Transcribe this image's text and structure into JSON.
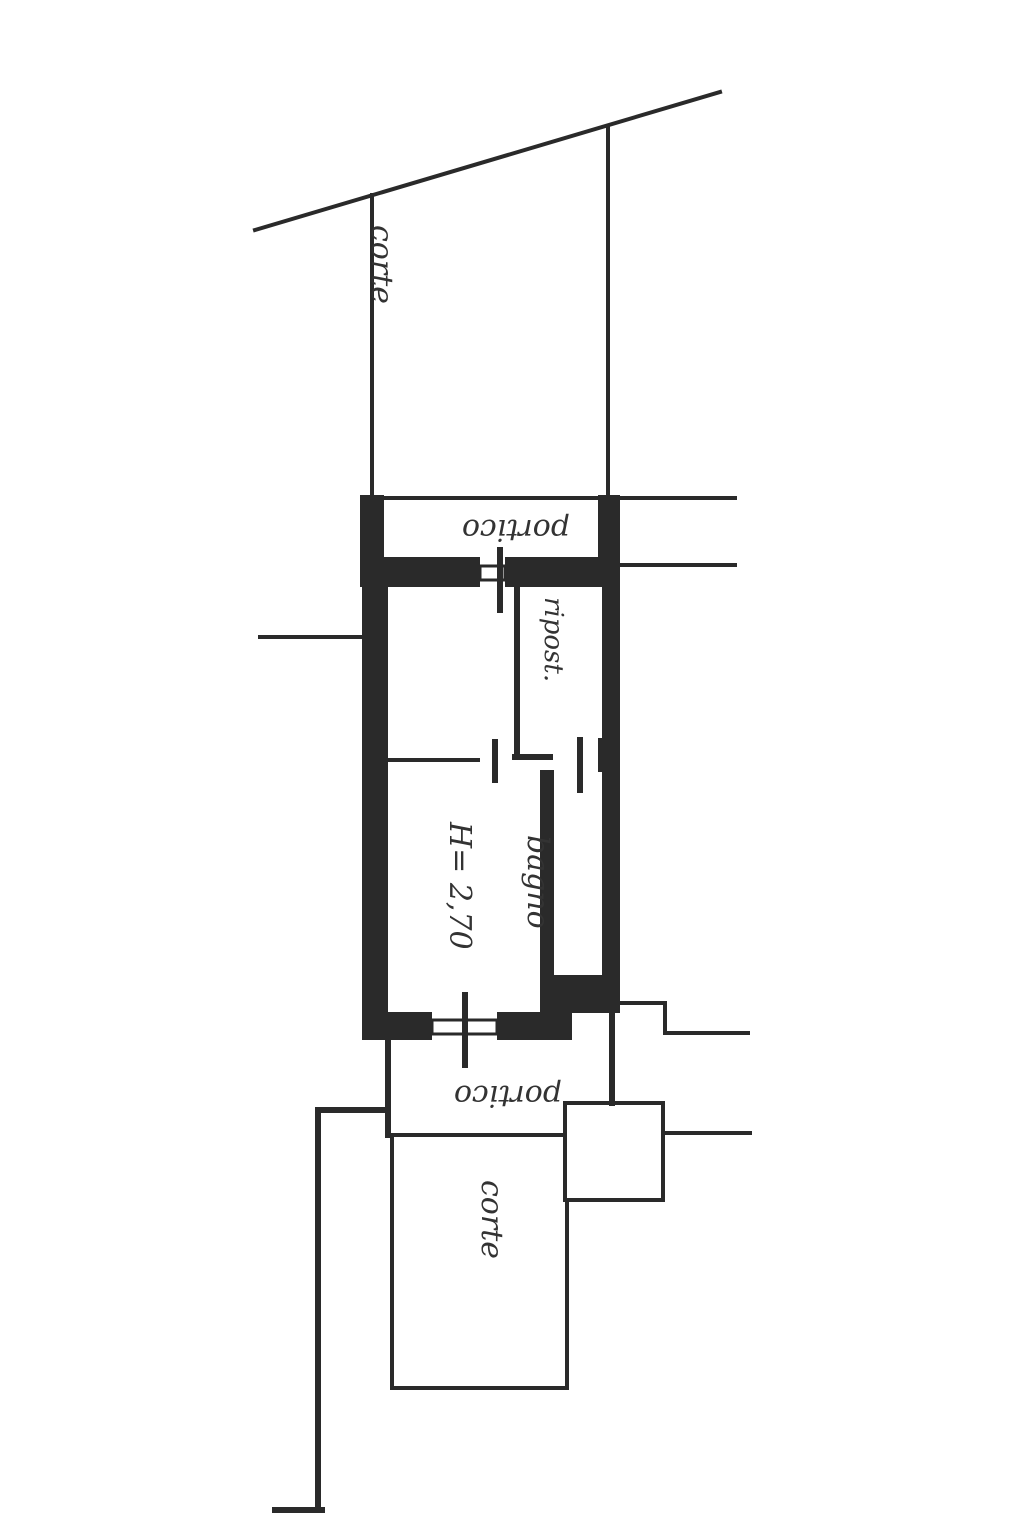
{
  "plan": {
    "labels": {
      "court_top": "corte",
      "portico_top": "portico",
      "storage": "ripost.",
      "height": "H= 2,70",
      "bath": "bagno",
      "portico_bottom": "portico",
      "court_bottom": "corte"
    },
    "colors": {
      "ink": "#2a2a2a",
      "paper": "#ffffff"
    }
  }
}
